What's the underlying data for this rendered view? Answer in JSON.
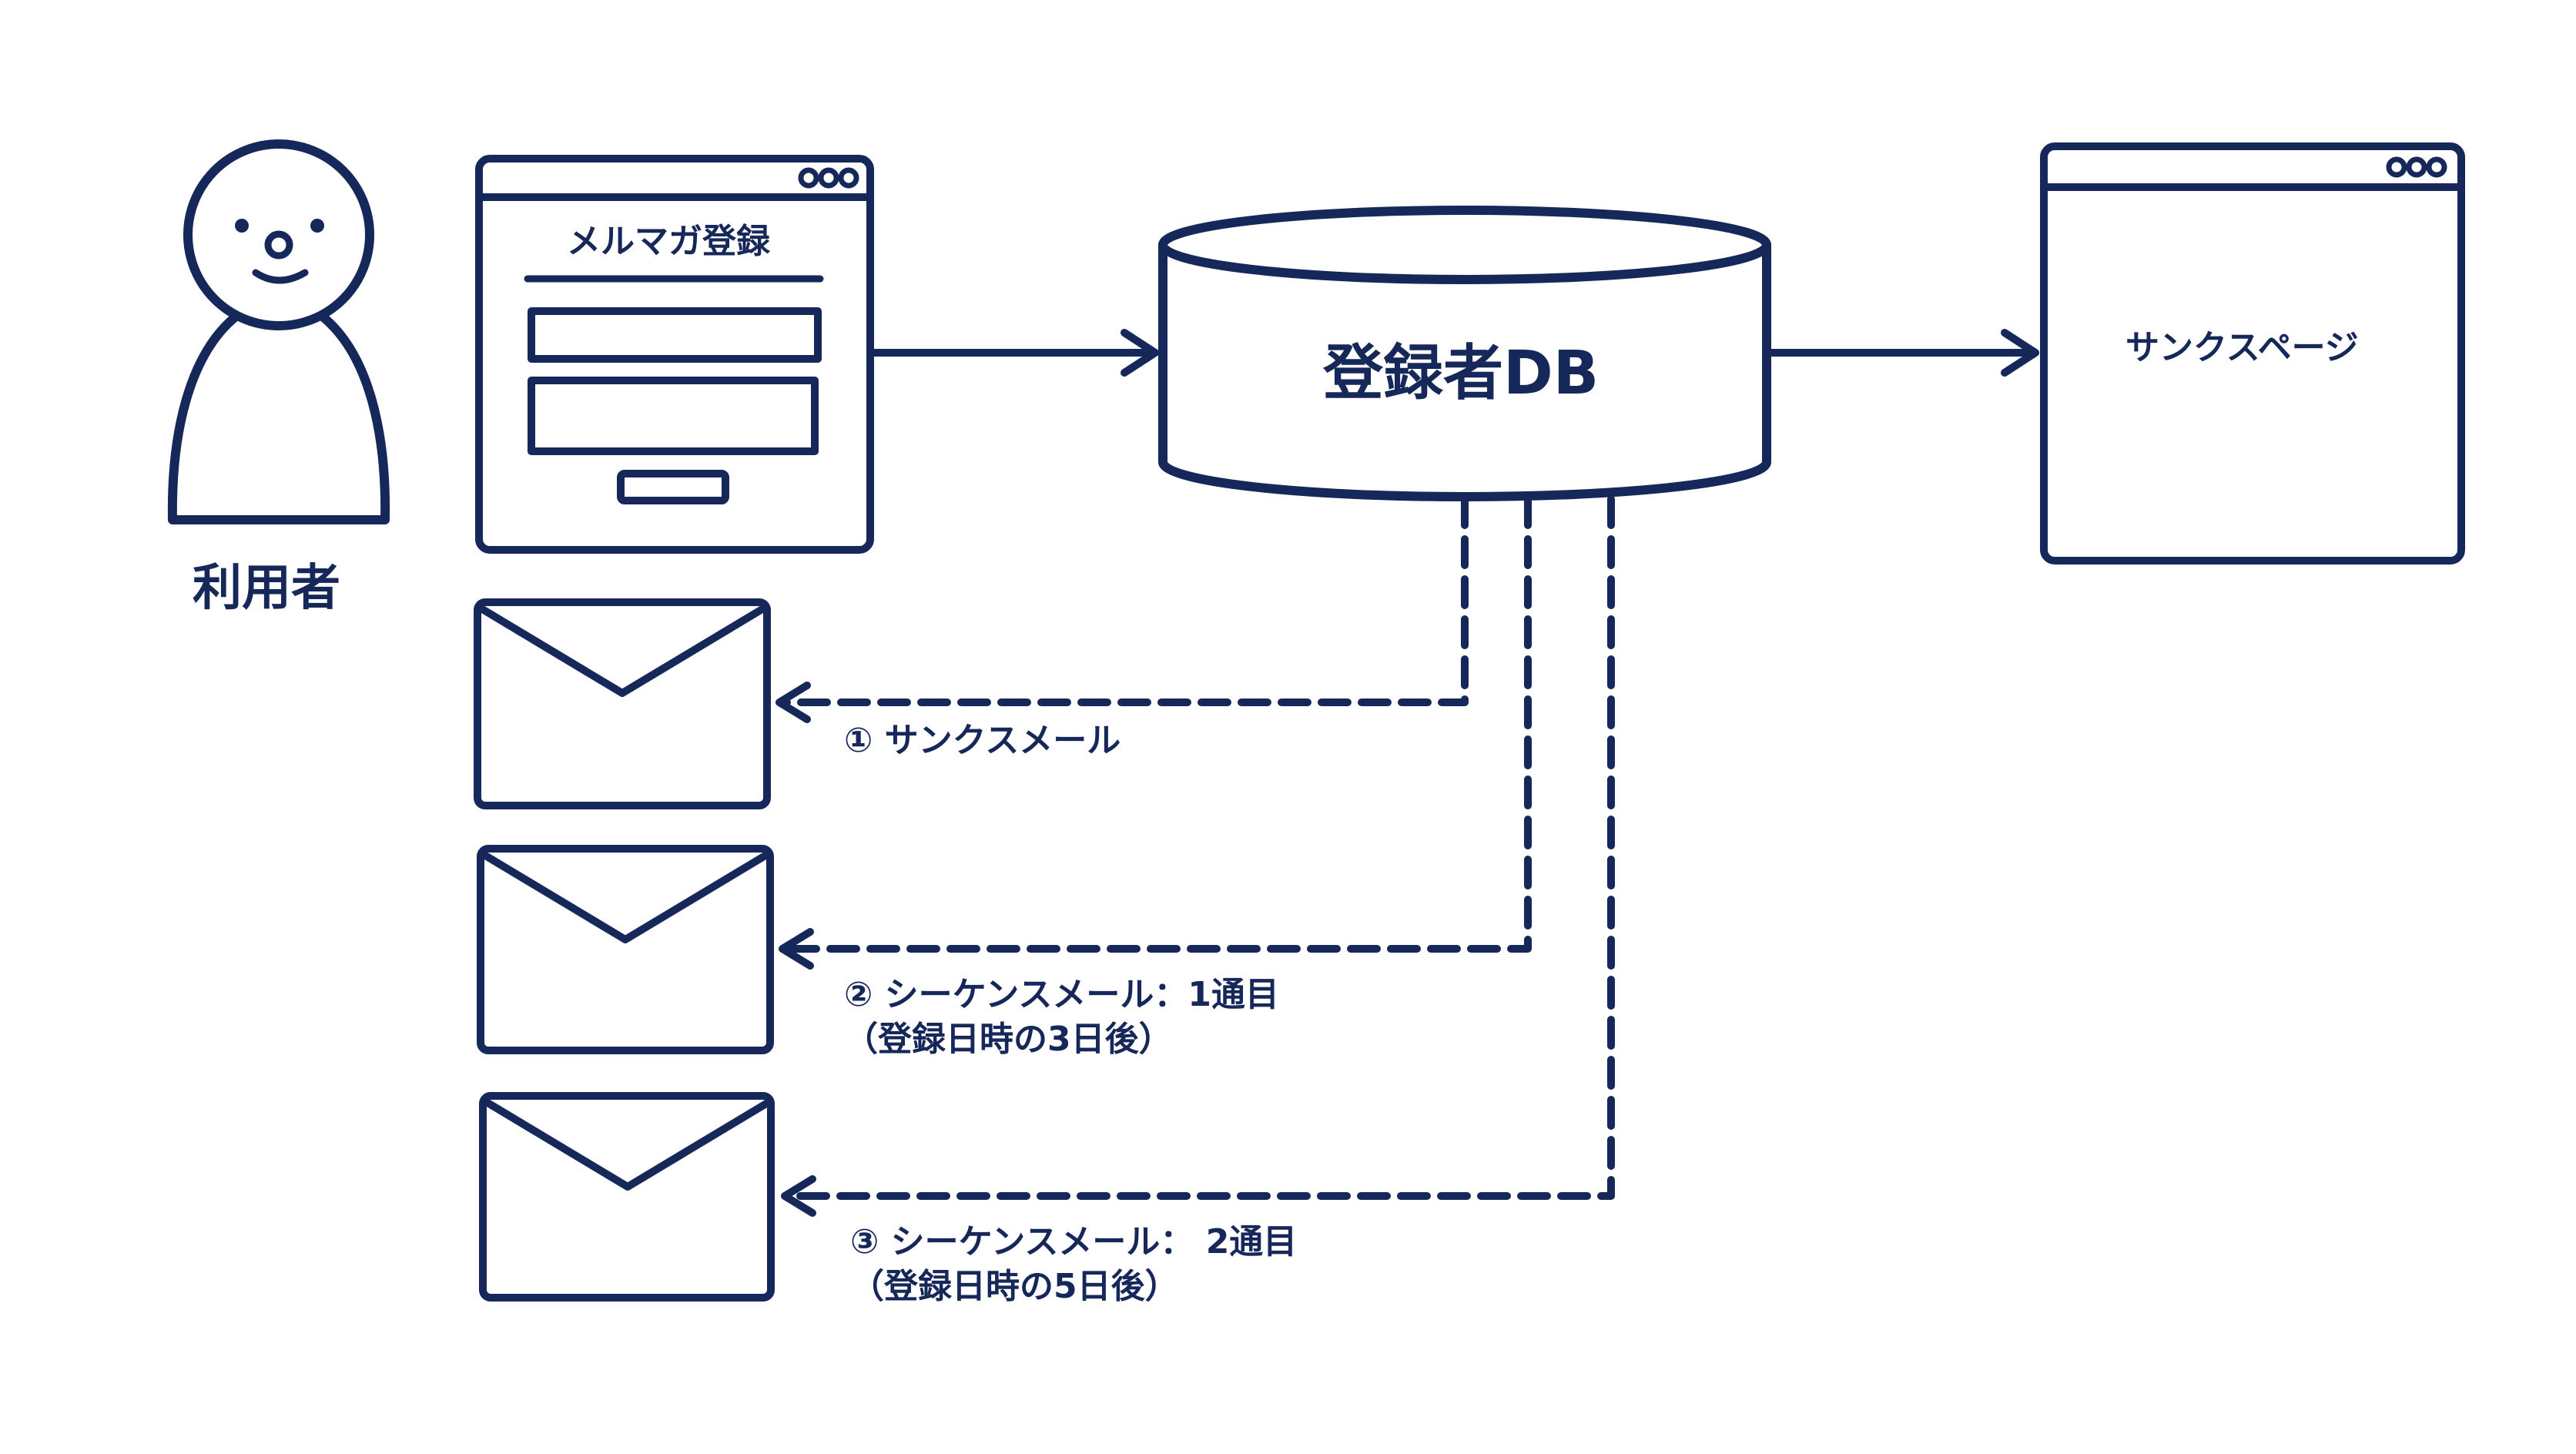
{
  "colors": {
    "ink": "#16275a",
    "background": "#ffffff"
  },
  "user": {
    "label": "利用者"
  },
  "signup_form": {
    "title": "メルマガ登録"
  },
  "database": {
    "label": "登録者DB"
  },
  "thanks_page": {
    "label": "サンクスページ"
  },
  "emails": [
    {
      "line1": "① サンクスメール",
      "line2": ""
    },
    {
      "line1": "② シーケンスメール：1通目",
      "line2": "（登録日時の3日後）"
    },
    {
      "line1": "③ シーケンスメール： 2通目",
      "line2": "（登録日時の5日後）"
    }
  ]
}
